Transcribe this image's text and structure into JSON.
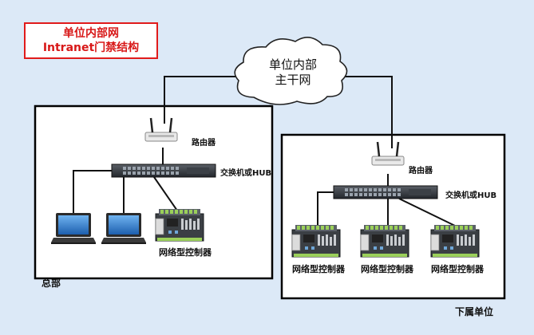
{
  "title": {
    "line1": "单位内部网",
    "line2": "Intranet门禁结构"
  },
  "cloud": {
    "line1": "单位内部",
    "line2": "主干网"
  },
  "hq": {
    "section_label": "总部",
    "router_label": "路由器",
    "switch_label": "交换机或HUB",
    "controller_label": "网络型控制器"
  },
  "branch": {
    "section_label": "下属单位",
    "router_label": "路由器",
    "switch_label": "交换机或HUB",
    "controller_labels": [
      "网络型控制器",
      "网络型控制器",
      "网络型控制器"
    ]
  },
  "colors": {
    "background": "#dce9f7",
    "title_border": "#e11b1b",
    "title_text": "#d81818",
    "line": "#111111"
  },
  "icons": [
    "cloud-icon",
    "router-icon",
    "switch-icon",
    "laptop-icon",
    "controller-board-icon"
  ]
}
